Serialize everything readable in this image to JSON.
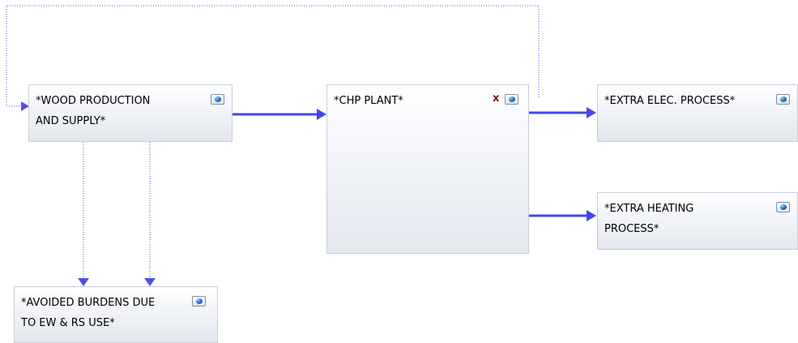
{
  "nodes": {
    "wood": {
      "label": "*WOOD PRODUCTION\nAND SUPPLY*",
      "icon": "globe-icon"
    },
    "chp": {
      "label": "*CHP PLANT*",
      "icon": "globe-icon",
      "error_mark": "x"
    },
    "elec": {
      "label": "*EXTRA ELEC. PROCESS*",
      "icon": "globe-icon"
    },
    "heat": {
      "label": "*EXTRA HEATING\nPROCESS*",
      "icon": "globe-icon"
    },
    "avoided": {
      "label": "*AVOIDED BURDENS DUE\nTO EW & RS USE*",
      "icon": "globe-icon"
    }
  },
  "colors": {
    "flow_arrow": "#4646ee",
    "feedback_arrow": "#5050e8",
    "node_border": "#c9ced8",
    "error_mark": "#8b1010"
  }
}
